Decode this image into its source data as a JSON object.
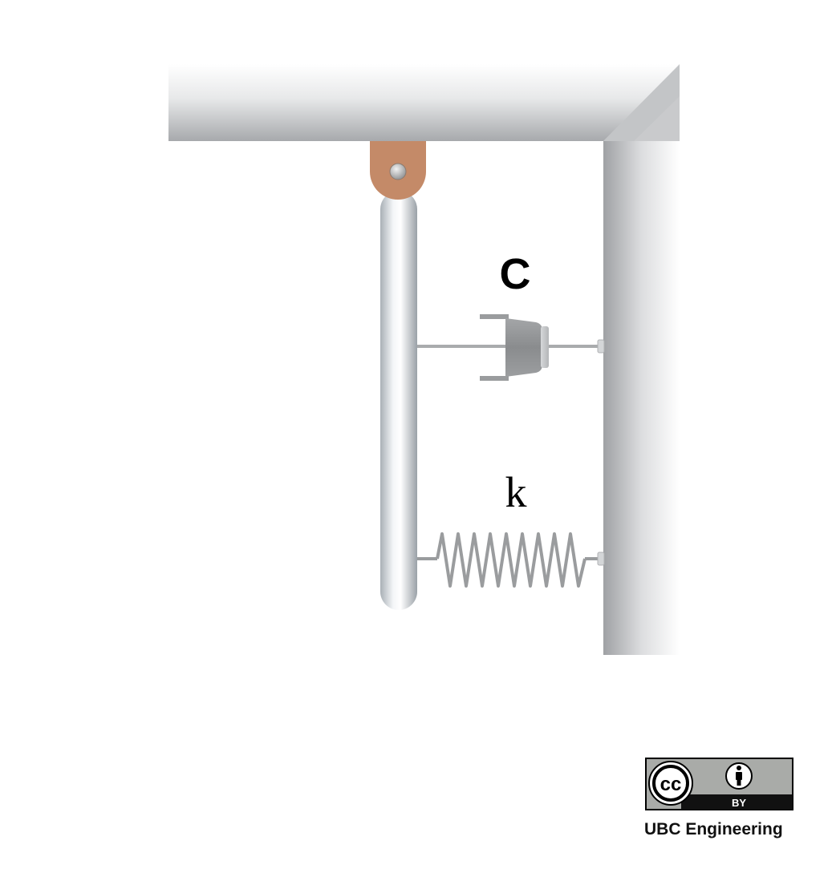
{
  "diagram": {
    "damper_label": "C",
    "spring_label": "k"
  },
  "license": {
    "cc_text": "cc",
    "by_text": "BY",
    "credit": "UBC Engineering"
  },
  "colors": {
    "pivot_bracket": "#c48a68",
    "wall_gray": "#9fa1a4",
    "rod_light": "#e8ecef",
    "damper_body": "#8c8e90",
    "spring": "#9a9c9e",
    "badge_gray": "#a9aba8",
    "badge_black": "#111111"
  },
  "icons": [
    "pivot-pin-icon",
    "cc-icon",
    "attribution-person-icon"
  ]
}
